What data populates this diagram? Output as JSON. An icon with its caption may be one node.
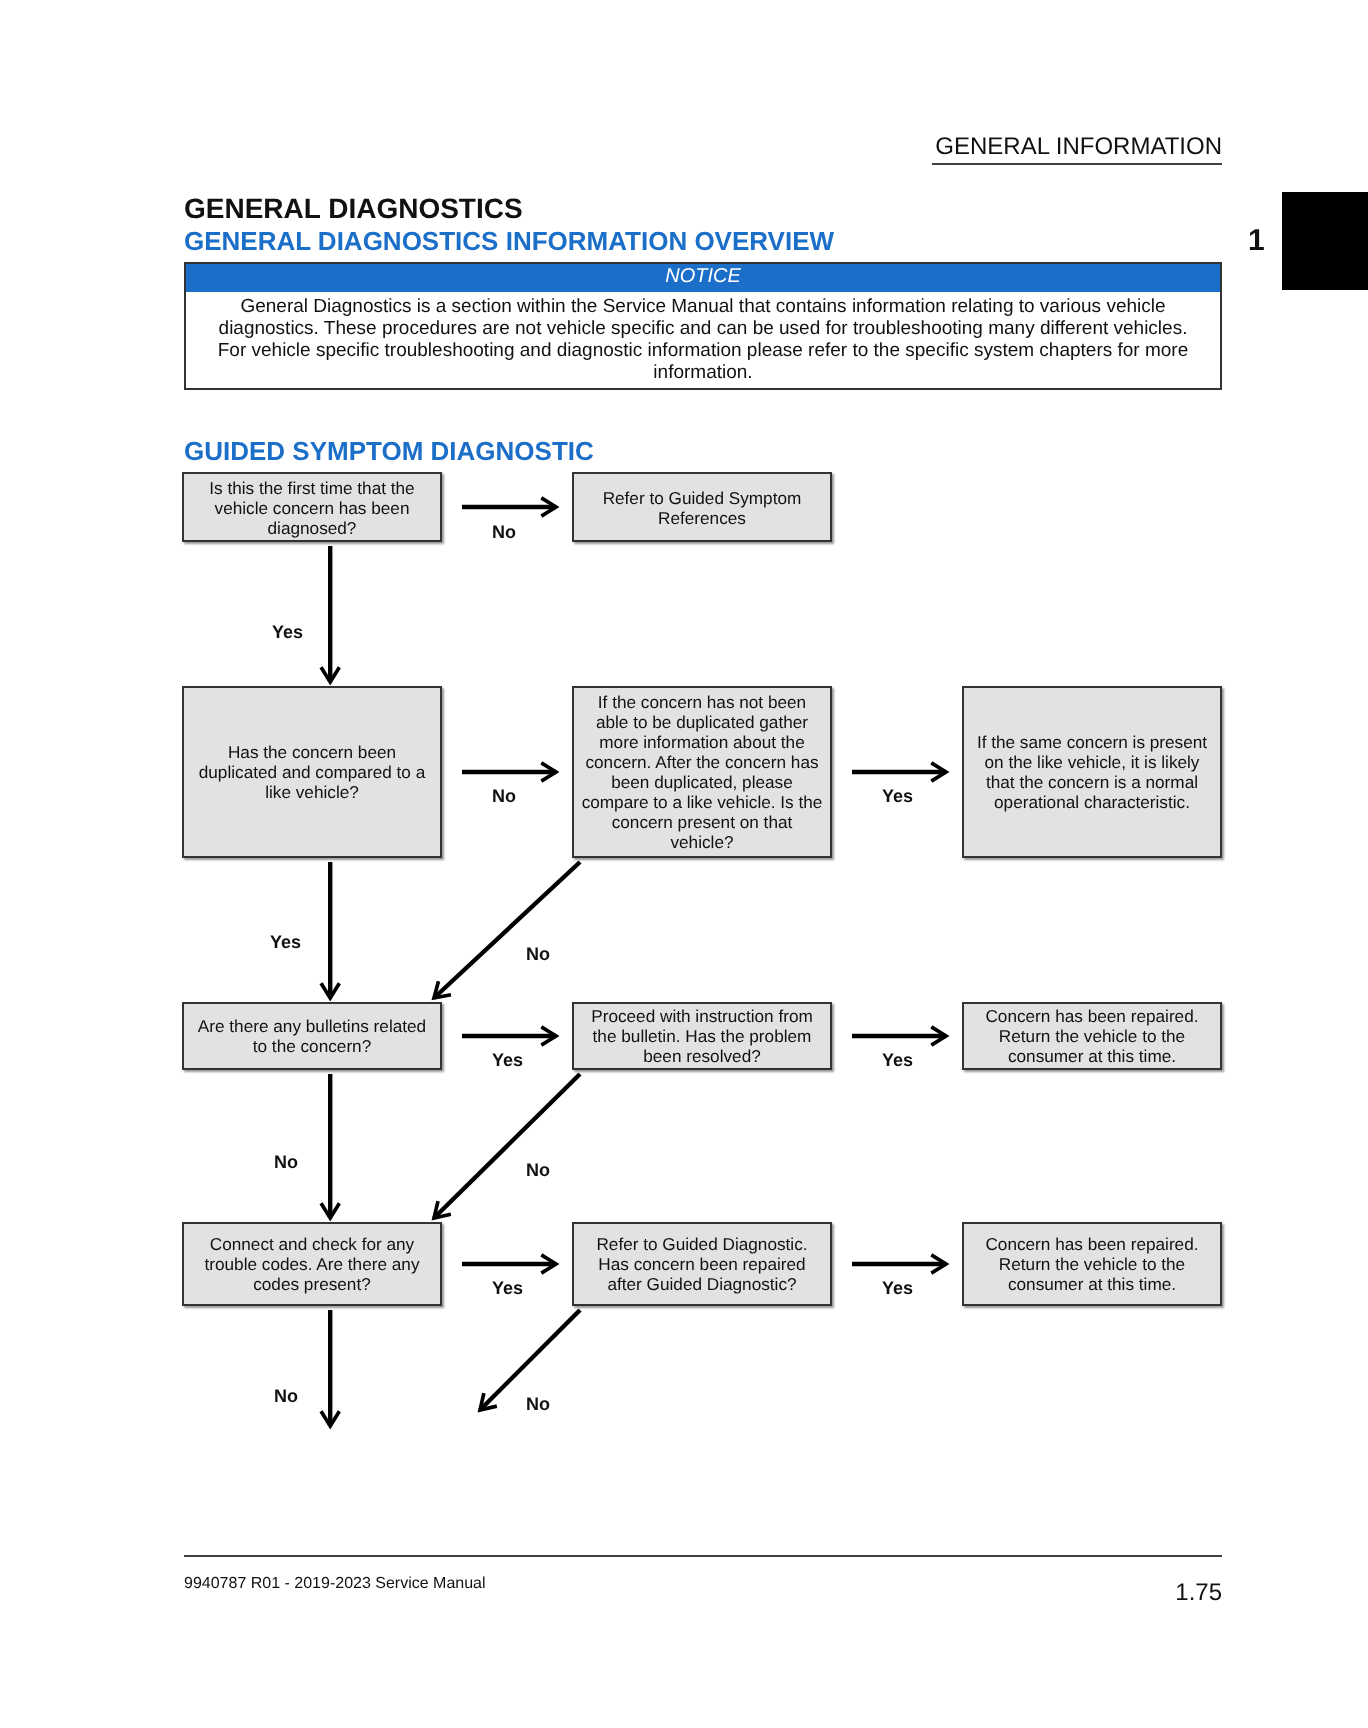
{
  "diagram": {
    "title": "GENERAL DIAGNOSTICS",
    "nodes": [
      {
        "text": [
          "NOTICE",
          "General Diagnostics is a section within the Service Manual that contains information relating to various vehicle diagnostics. These procedures are not vehicle specific and can be used for troubleshooting many different vehicles. For vehicle specific troubleshooting and diagnostic information please refer to the specific system chapters for more information."
        ]
      },
      {
        "text": [
          "Is this the first time that the vehicle concern has been diagnosed?"
        ]
      },
      {
        "text": [
          "Refer to Guided Symptom References"
        ]
      },
      {
        "text": [
          "Has the concern been duplicated and compared to a like vehicle?"
        ]
      },
      {
        "text": [
          "If the concern has not been able to be duplicated gather more information about the concern. After the concern has been duplicated, please compare to a like vehicle. Is the concern present on that vehicle?"
        ]
      },
      {
        "text": [
          "If the same concern is present on the like vehicle, it is likely that the concern is a normal operational characteristic."
        ]
      },
      {
        "text": [
          "Are there any bulletins related to the concern?"
        ]
      },
      {
        "text": [
          "Proceed with instruction from the bulletin. Has the problem been resolved?"
        ]
      },
      {
        "text": [
          "Concern has been repaired. Return the vehicle to the consumer at this time."
        ]
      },
      {
        "text": [
          "Connect and check for any trouble codes. Are there any codes present?"
        ]
      },
      {
        "text": [
          "Refer to Guided Diagnostic. Has concern been repaired after Guided Diagnostic?"
        ]
      },
      {
        "text": [
          "Concern has been repaired. Return the vehicle to the consumer at this time."
        ]
      }
    ],
    "edges": [
      {
        "from": 1,
        "to": 2,
        "arrow": "to",
        "label": "No"
      },
      {
        "from": 1,
        "to": 3,
        "arrow": "to",
        "label": "Yes"
      },
      {
        "from": 3,
        "to": 4,
        "arrow": "to",
        "label": "No"
      },
      {
        "from": 4,
        "to": 5,
        "arrow": "to",
        "label": "Yes"
      },
      {
        "from": 3,
        "to": 6,
        "arrow": "to",
        "label": "Yes"
      },
      {
        "from": 4,
        "to": 6,
        "arrow": "to",
        "label": "No"
      },
      {
        "from": 6,
        "to": 7,
        "arrow": "to",
        "label": "Yes"
      },
      {
        "from": 7,
        "to": 8,
        "arrow": "to",
        "label": "Yes"
      },
      {
        "from": 6,
        "to": 9,
        "arrow": "to",
        "label": "No"
      },
      {
        "from": 7,
        "to": 9,
        "arrow": "to",
        "label": "No"
      },
      {
        "from": 9,
        "to": 10,
        "arrow": "to",
        "label": "Yes"
      },
      {
        "from": 10,
        "to": 11,
        "arrow": "to",
        "label": "Yes"
      },
      {
        "from": 9,
        "to": null,
        "arrow": "to",
        "label": "No"
      },
      {
        "from": 10,
        "to": null,
        "arrow": "to",
        "label": "No"
      }
    ],
    "labels": [
      "GENERAL INFORMATION",
      "1",
      "GENERAL DIAGNOSTICS INFORMATION OVERVIEW",
      "GUIDED SYMPTOM DIAGNOSTIC",
      "9940787 R01 - 2019-2023 Service Manual",
      "1.75"
    ]
  }
}
